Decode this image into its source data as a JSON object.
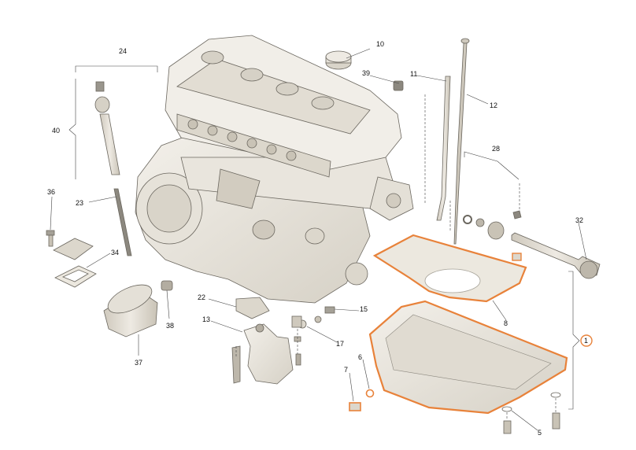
{
  "callouts": {
    "c1": "1",
    "c5": "5",
    "c6": "6",
    "c7": "7",
    "c8": "8",
    "c10": "10",
    "c11": "11",
    "c12": "12",
    "c13": "13",
    "c15": "15",
    "c17": "17",
    "c22": "22",
    "c23": "23",
    "c24": "24",
    "c28": "28",
    "c32": "32",
    "c34": "34",
    "c36": "36",
    "c37": "37",
    "c38": "38",
    "c39": "39",
    "c40": "40"
  },
  "colors": {
    "highlight": "#e8823a",
    "part_fill": "#ece8df",
    "part_shade": "#d8d3c8",
    "line": "#555555"
  }
}
